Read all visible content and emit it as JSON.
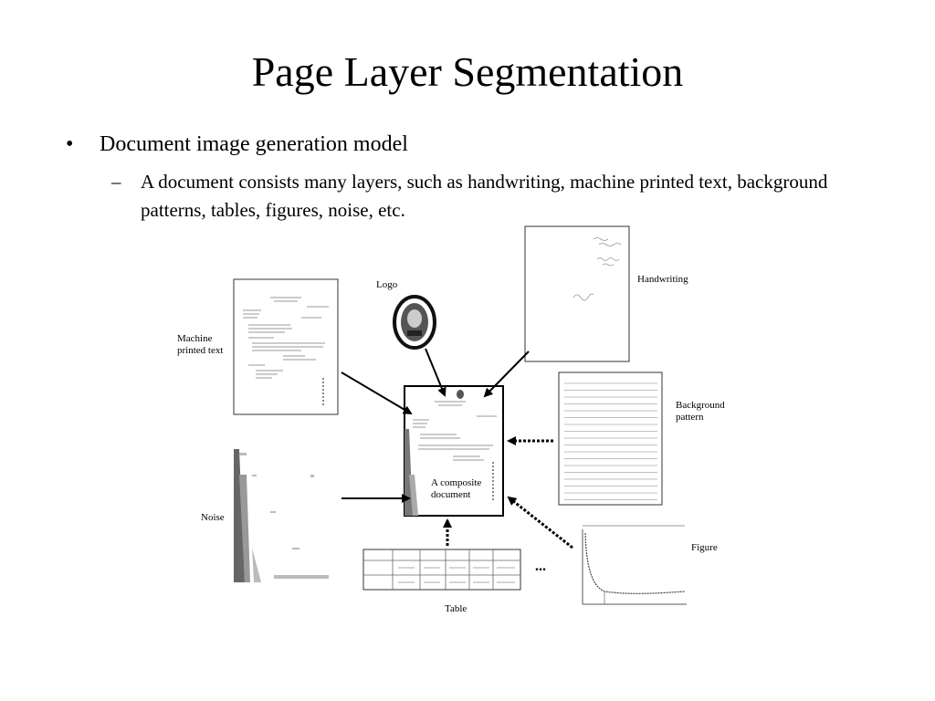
{
  "title": "Page Layer Segmentation",
  "bullets": {
    "level1_marker": "•",
    "level1": "Document image generation model",
    "level2_marker": "–",
    "level2": "A document consists many layers, such as handwriting, machine printed text, background patterns, tables, figures, noise, etc."
  },
  "labels": {
    "logo": "Logo",
    "handwriting": "Handwriting",
    "machine_printed_line1": "Machine",
    "machine_printed_line2": "printed text",
    "background_line1": "Background",
    "background_line2": "pattern",
    "noise": "Noise",
    "figure": "Figure",
    "table": "Table",
    "composite_line1": "A composite",
    "composite_line2": "document",
    "ellipsis": "..."
  }
}
